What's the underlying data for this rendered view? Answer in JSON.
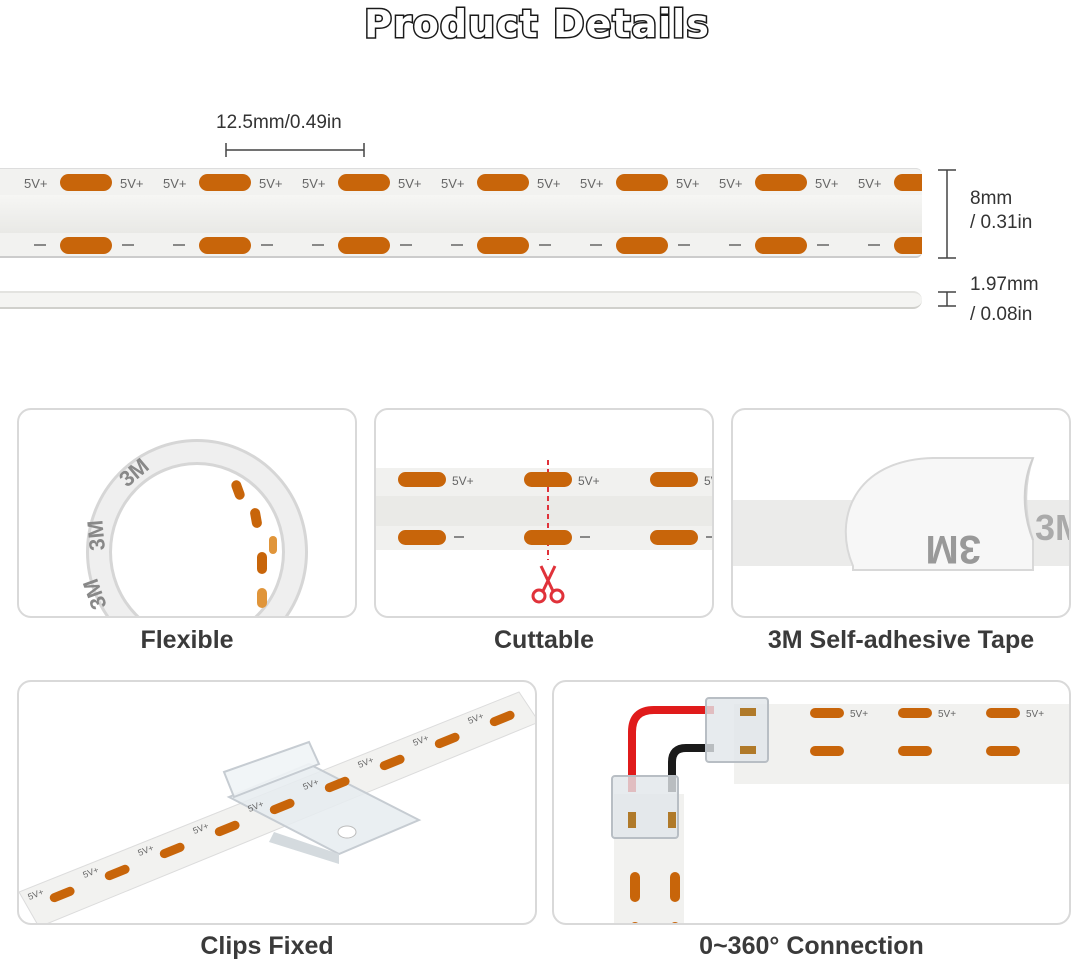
{
  "title": "Product Details",
  "dimensions": {
    "pitch": "12.5mm/0.49in",
    "width_mm": "8mm",
    "width_in": "/ 0.31in",
    "thickness_mm": "1.97mm",
    "thickness_in": "/ 0.08in"
  },
  "strip_marking": "5V+",
  "features": [
    {
      "label": "Flexible"
    },
    {
      "label": "Cuttable"
    },
    {
      "label": "3M Self-adhesive Tape"
    },
    {
      "label": "Clips Fixed"
    },
    {
      "label": "0~360° Connection"
    }
  ],
  "tape_print": "3M",
  "colors": {
    "chip": "#c8650a",
    "scissors": "#e0323a",
    "wire_red": "#e01b1b",
    "wire_black": "#1a1a1a"
  }
}
